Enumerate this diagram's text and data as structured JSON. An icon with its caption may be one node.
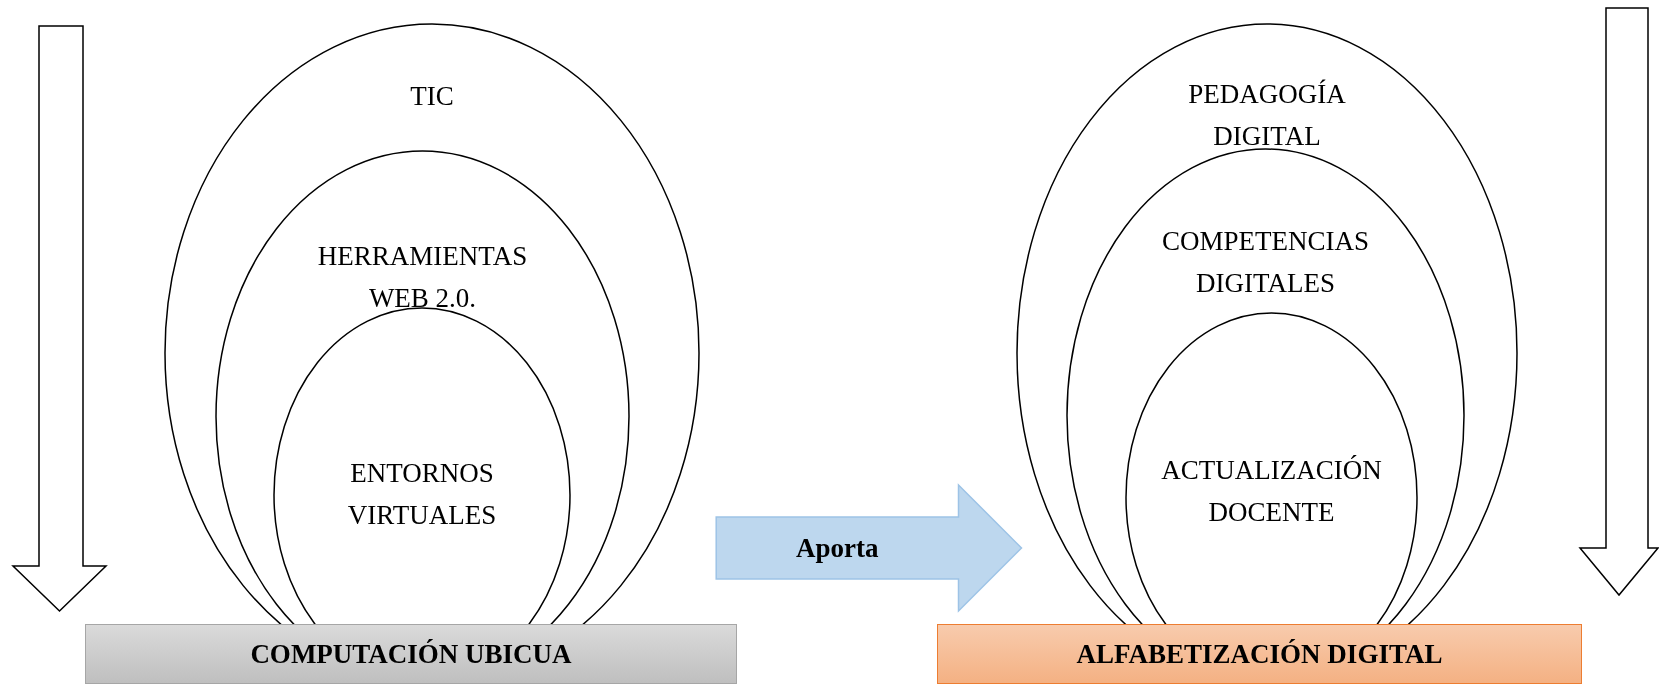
{
  "diagram": {
    "nodes": [
      {
        "text": [
          "TIC"
        ]
      },
      {
        "text": [
          "HERRAMIENTAS WEB 2.0."
        ],
        "in": 0
      },
      {
        "text": [
          "ENTORNOS VIRTUALES"
        ],
        "in": 1
      },
      {
        "text": [
          "COMPUTACIÓN UBICUA"
        ]
      },
      {
        "text": [
          "PEDAGOGÍA DIGITAL"
        ]
      },
      {
        "text": [
          "COMPETENCIAS DIGITALES"
        ],
        "in": 4
      },
      {
        "text": [
          "ACTUALIZACIÓN DOCENTE"
        ],
        "in": 5
      },
      {
        "text": [
          "ALFABETIZACIÓN DIGITAL"
        ]
      }
    ],
    "edges": [
      {
        "from": 0,
        "to": 4,
        "arrow": "to",
        "label": "Aporta"
      }
    ]
  }
}
